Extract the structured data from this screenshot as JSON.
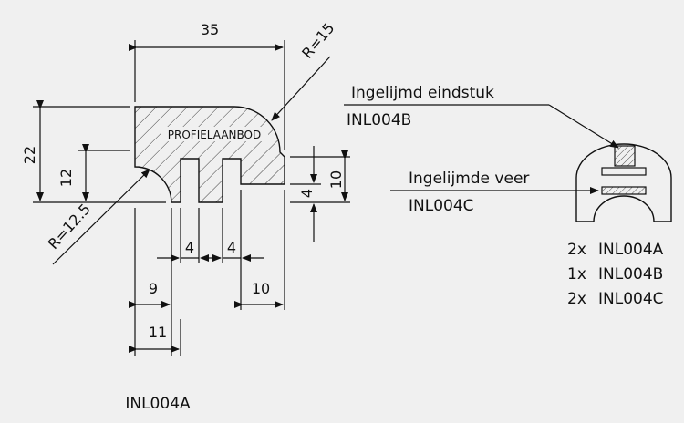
{
  "profile": {
    "label": "PROFIELAANBOD",
    "part_code": "INL004A"
  },
  "dimensions": {
    "width_top": "35",
    "radius_top": "R=15",
    "radius_bottom": "R=12.5",
    "height_total": "22",
    "height_inner": "12",
    "slot_depth": "4",
    "edge_height": "10",
    "slot_width_1": "4",
    "slot_width_2": "4",
    "offset_9": "9",
    "offset_10": "10",
    "offset_11": "11"
  },
  "callouts": {
    "end_piece_label": "Ingelijmd eindstuk",
    "end_piece_code": "INL004B",
    "tongue_label": "Ingelijmde veer",
    "tongue_code": "INL004C"
  },
  "parts_list": [
    {
      "qty": "2x",
      "code": "INL004A"
    },
    {
      "qty": "1x",
      "code": "INL004B"
    },
    {
      "qty": "2x",
      "code": "INL004C"
    }
  ],
  "colors": {
    "background": "#f0f0f0",
    "line": "#111111",
    "hatch": "#111111"
  }
}
